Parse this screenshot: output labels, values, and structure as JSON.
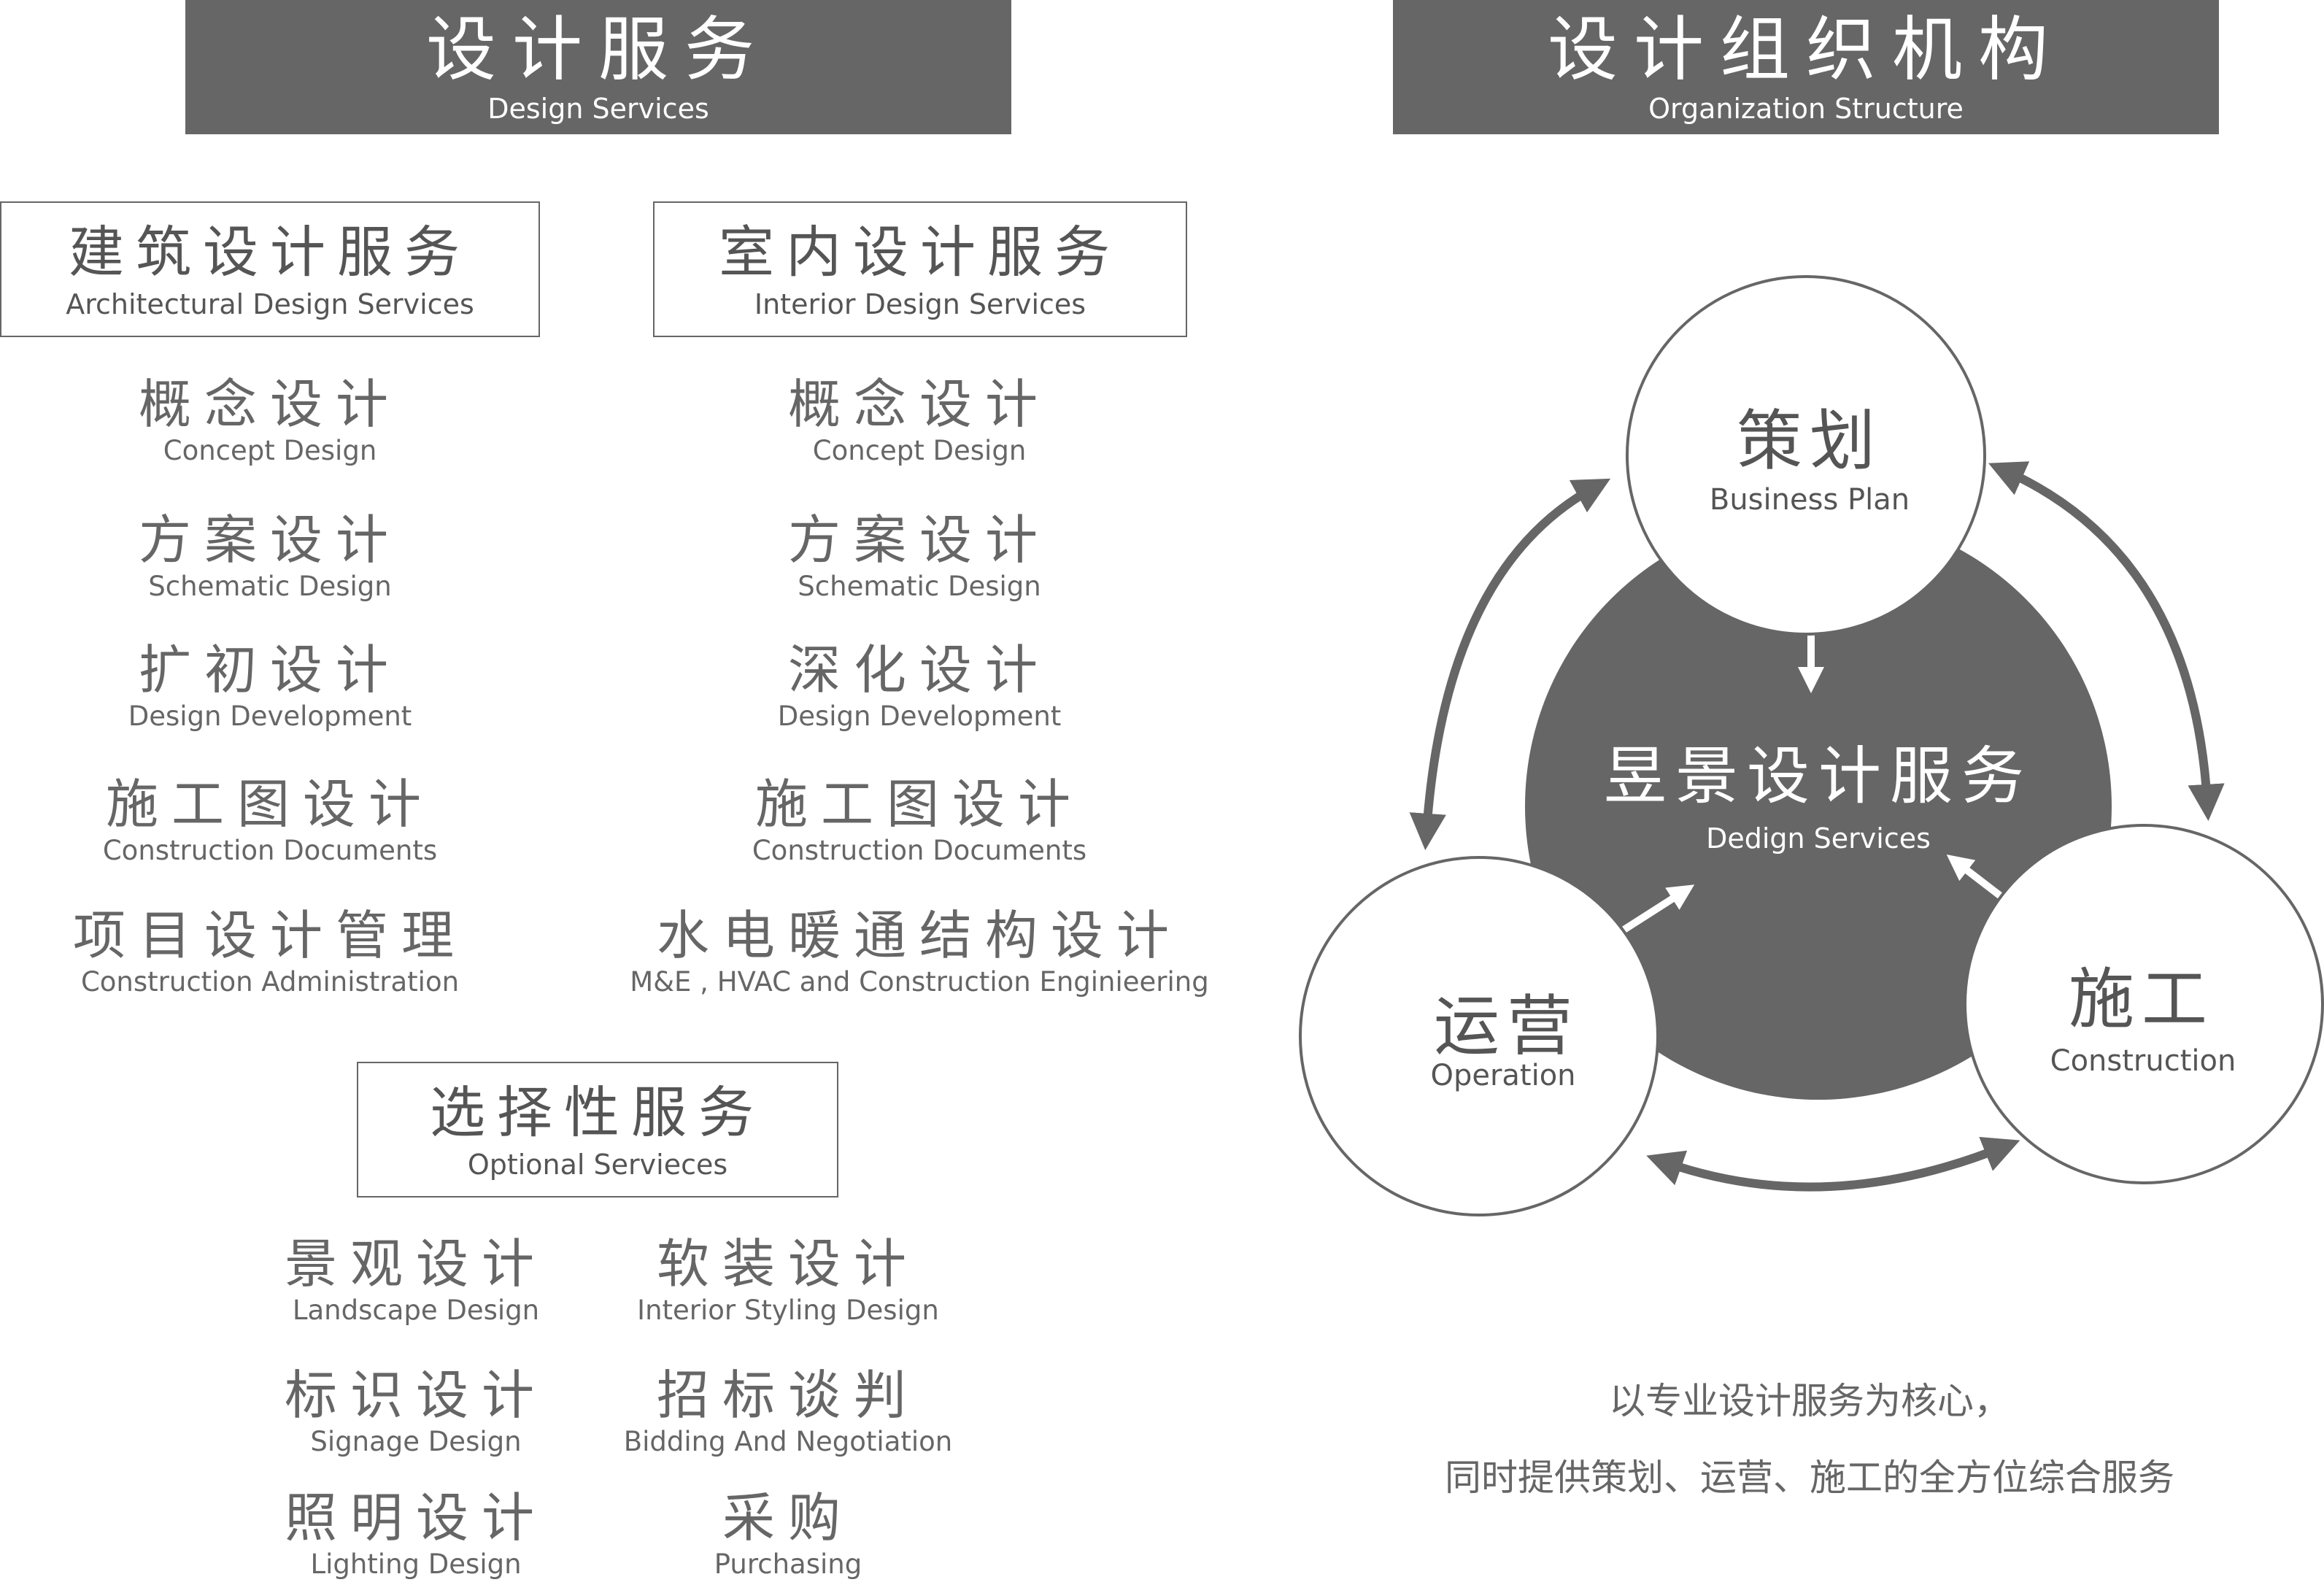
{
  "left_banner": {
    "zh": "设计服务",
    "en": "Design Services"
  },
  "right_banner": {
    "zh": "设计组织机构",
    "en": "Organization Structure"
  },
  "architectural": {
    "zh": "建筑设计服务",
    "en": "Architectural Design Services",
    "items": [
      {
        "zh": "概念设计",
        "en": "Concept Design"
      },
      {
        "zh": "方案设计",
        "en": "Schematic Design"
      },
      {
        "zh": "扩初设计",
        "en": "Design Development"
      },
      {
        "zh": "施工图设计",
        "en": "Construction Documents"
      },
      {
        "zh": "项目设计管理",
        "en": "Construction Administration"
      }
    ]
  },
  "interior": {
    "zh": "室内设计服务",
    "en": "Interior Design Services",
    "items": [
      {
        "zh": "概念设计",
        "en": "Concept Design"
      },
      {
        "zh": "方案设计",
        "en": "Schematic Design"
      },
      {
        "zh": "深化设计",
        "en": "Design Development"
      },
      {
        "zh": "施工图设计",
        "en": "Construction Documents"
      },
      {
        "zh": "水电暖通结构设计",
        "en": "M&E , HVAC and Construction Enginieering"
      }
    ]
  },
  "optional": {
    "zh": "选择性服务",
    "en": "Optional Servieces",
    "left_items": [
      {
        "zh": "景观设计",
        "en": "Landscape Design"
      },
      {
        "zh": "标识设计",
        "en": "Signage Design"
      },
      {
        "zh": "照明设计",
        "en": "Lighting Design"
      }
    ],
    "right_items": [
      {
        "zh": "软装设计",
        "en": "Interior Styling Design"
      },
      {
        "zh": "招标谈判",
        "en": "Bidding And Negotiation"
      },
      {
        "zh": "采购",
        "en": "Purchasing"
      }
    ]
  },
  "diagram": {
    "center": {
      "zh": "昱景设计服务",
      "en": "Dedign Services"
    },
    "top": {
      "zh": "策划",
      "en": "Business Plan"
    },
    "left": {
      "zh": "运营",
      "en": "Operation"
    },
    "right": {
      "zh": "施工",
      "en": "Construction"
    }
  },
  "summary": {
    "line1": "以专业设计服务为核心，",
    "line2": "同时提供策划、运营、施工的全方位综合服务"
  },
  "colors": {
    "dark": "#666666",
    "text": "#555555",
    "white": "#ffffff"
  }
}
